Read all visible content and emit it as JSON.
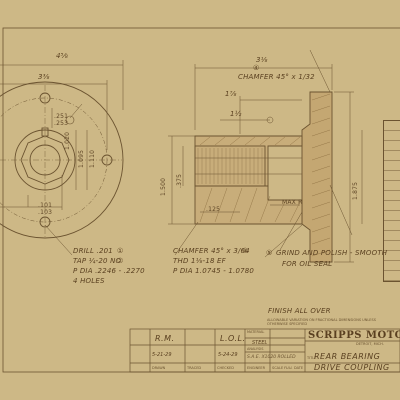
{
  "drawing": {
    "dims": {
      "overall_width": "4⁵⁄₈",
      "bolt_circle": "3⅜",
      "ring_dim": "1.020",
      "hub_dim": "1.095",
      "hub_dim_b": "1.110",
      "hole_dim": ".101",
      "hole_dim_b": ".103",
      "hub_top": ".251",
      "hub_top_b": ".253",
      "side_length": "3⅛",
      "side_sub": "1⅞",
      "side_hub": "1½",
      "dia_b": ".375",
      "dia_c": "1.500",
      "dia_d": "1.875",
      "flange_thk": ".125"
    },
    "notes": {
      "chamfer_top_num": "④",
      "chamfer_top": "CHAMFER 45° x 1/32",
      "drill_line": "DRILL .201",
      "drill_num": "①",
      "tap_line": "TAP ¼-20 NC",
      "tap_num": "②",
      "pdia_line": "P DIA .2246 - .2270",
      "holes_line": "4 HOLES",
      "chamfer_line": "CHAMFER 45° x 3/64",
      "chamfer_num": "③",
      "thd_line": "THD 1⅛-18 EF",
      "pdia2_line": "P DIA 1.0745 - 1.0780",
      "grind_num": "⑤",
      "grind_line": "GRIND AND POLISH - SMOOTH",
      "grind_line2": "FOR OIL SEAL",
      "finish": "FINISH ALL OVER",
      "max_r": "MAX R"
    }
  },
  "title_block": {
    "company": "SCRIPPS MOTOR",
    "location": "DETROIT, MICH.",
    "drawn_by": "R.M.",
    "checked_by": "L.O.L.",
    "date_1": "5-21-29",
    "date_2": "5-24-29",
    "material_label": "MATERIAL",
    "material": "STEEL",
    "analysis_label": "ANALYSIS",
    "analysis": "S.A.E. X1020 ROLLED",
    "title_label": "TITLE",
    "title_line1": "REAR BEARING",
    "title_line2": "DRIVE COUPLING",
    "col_drawn": "DRAWN",
    "col_traced": "TRACED",
    "col_checked": "CHECKED",
    "col_engineer": "ENGINEER",
    "col_scale": "SCALE",
    "col_date": "DATE",
    "scale": "FULL",
    "fine_print": "ALLOWABLE VARIATION ON FRACTIONAL DIMENSIONS UNLESS OTHERWISE SPECIFIED"
  }
}
